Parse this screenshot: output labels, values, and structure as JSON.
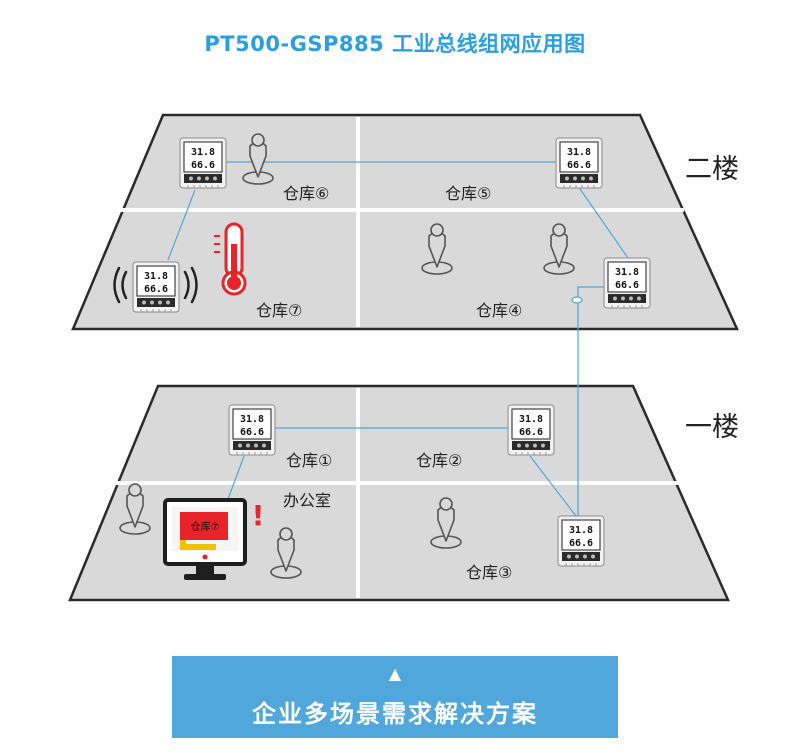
{
  "title": "PT500-GSP885 工业总线组网应用图",
  "floors": {
    "upper": {
      "label": "二楼",
      "rooms": [
        "仓库⑥",
        "仓库⑤",
        "仓库⑦",
        "仓库④"
      ]
    },
    "lower": {
      "label": "一楼",
      "rooms": [
        "仓库①",
        "仓库②",
        "办公室",
        "仓库③"
      ]
    }
  },
  "device": {
    "reading_top": "31.8",
    "reading_bottom": "66.6"
  },
  "monitor": {
    "alarm_text": "仓库⑦",
    "alert_mark": "!"
  },
  "cta": {
    "arrow": "▲",
    "label": "企业多场景需求解决方案"
  },
  "colors": {
    "title": "#2a9fe0",
    "floor_fill": "#d9d9d9",
    "floor_border": "#2b2b2b",
    "wire": "#4fa7dc",
    "cta_bg": "#4fa7dc",
    "alarm_red": "#e8232a"
  }
}
